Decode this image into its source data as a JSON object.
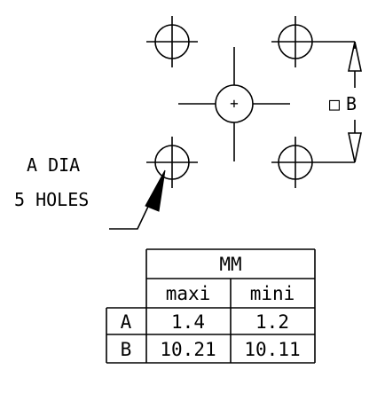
{
  "callout": {
    "line1": "A DIA",
    "line2": "5 HOLES"
  },
  "dimension": {
    "square_symbol": "□",
    "label": "B"
  },
  "center_hole_mark": "+",
  "table": {
    "unit_header": "MM",
    "col_headers": [
      "maxi",
      "mini"
    ],
    "rows": [
      {
        "label": "A",
        "maxi": "1.4",
        "mini": "1.2"
      },
      {
        "label": "B",
        "maxi": "10.21",
        "mini": "10.11"
      }
    ]
  }
}
